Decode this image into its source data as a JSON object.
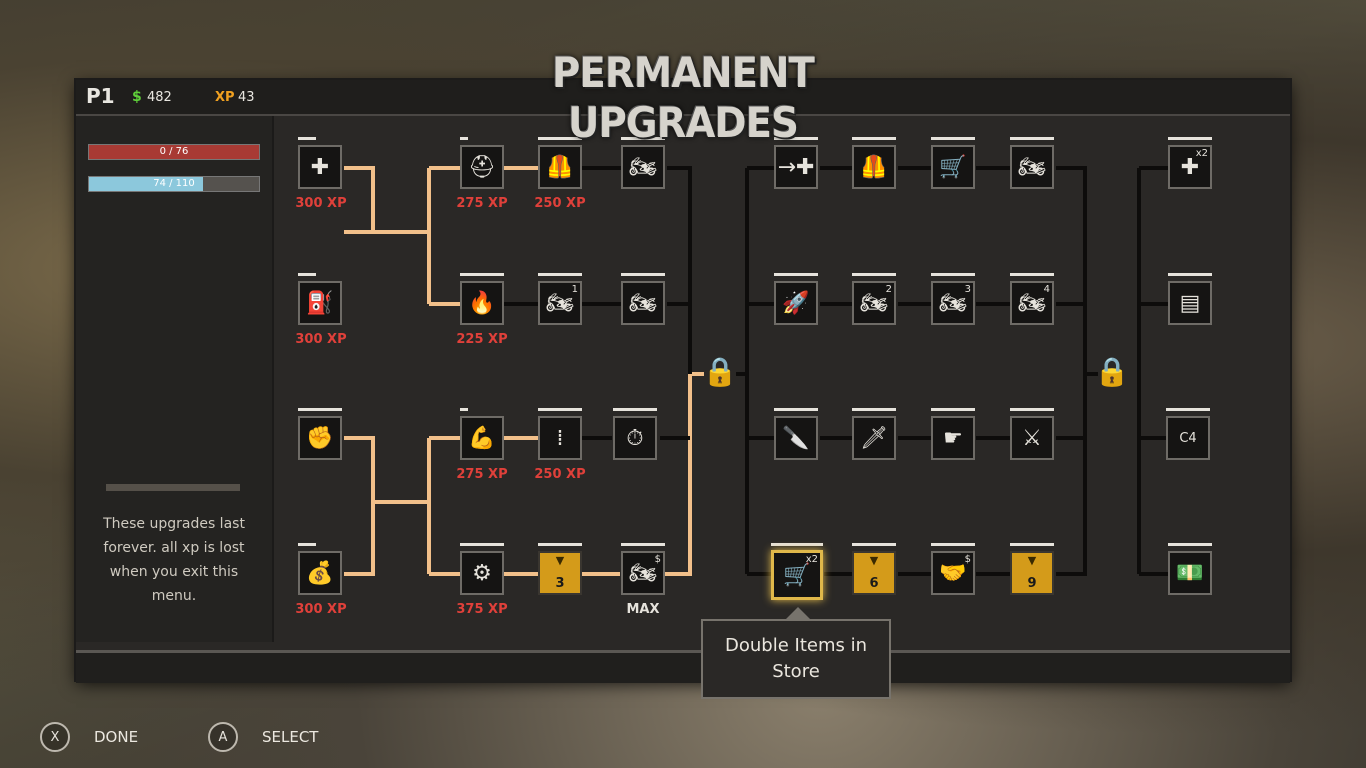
{
  "title": "PERMANENT UPGRADES",
  "hud": {
    "player": "P1",
    "money_symbol": "$",
    "money": "482",
    "xp_label": "XP",
    "xp": "43"
  },
  "bars": {
    "health": {
      "text": "0 / 76",
      "fraction": 0.0,
      "color": "#a83a34"
    },
    "stamina": {
      "text": "74 / 110",
      "fraction": 0.673,
      "color": "#8cc8dc"
    }
  },
  "info_text": "These upgrades last forever. all xp is lost when you exit this menu.",
  "tooltip": "Double Items in Store",
  "costs": {
    "c1": "300 XP",
    "c2": "275 XP",
    "c3": "250 XP",
    "c4": "300 XP",
    "c5": "225 XP",
    "c6": "275 XP",
    "c7": "250 XP",
    "c8": "300 XP",
    "c9": "375 XP",
    "c10": "MAX"
  },
  "badges": {
    "bike1": "1",
    "bike2": "2",
    "bike3": "3",
    "bike4": "4",
    "x2a": "x2",
    "x2b": "x2",
    "dollar": "$",
    "dollar2": "$",
    "c4": "C4",
    "gold3": "3",
    "gold6": "6",
    "gold9": "9"
  },
  "controls": {
    "done_key": "X",
    "done_label": "DONE",
    "select_key": "A",
    "select_label": "SELECT"
  },
  "colors": {
    "connector_active": "#f2c08a",
    "connector_inactive": "#0d0c0b",
    "cost": "#e0403a",
    "gold_node": "#d49b1a"
  }
}
